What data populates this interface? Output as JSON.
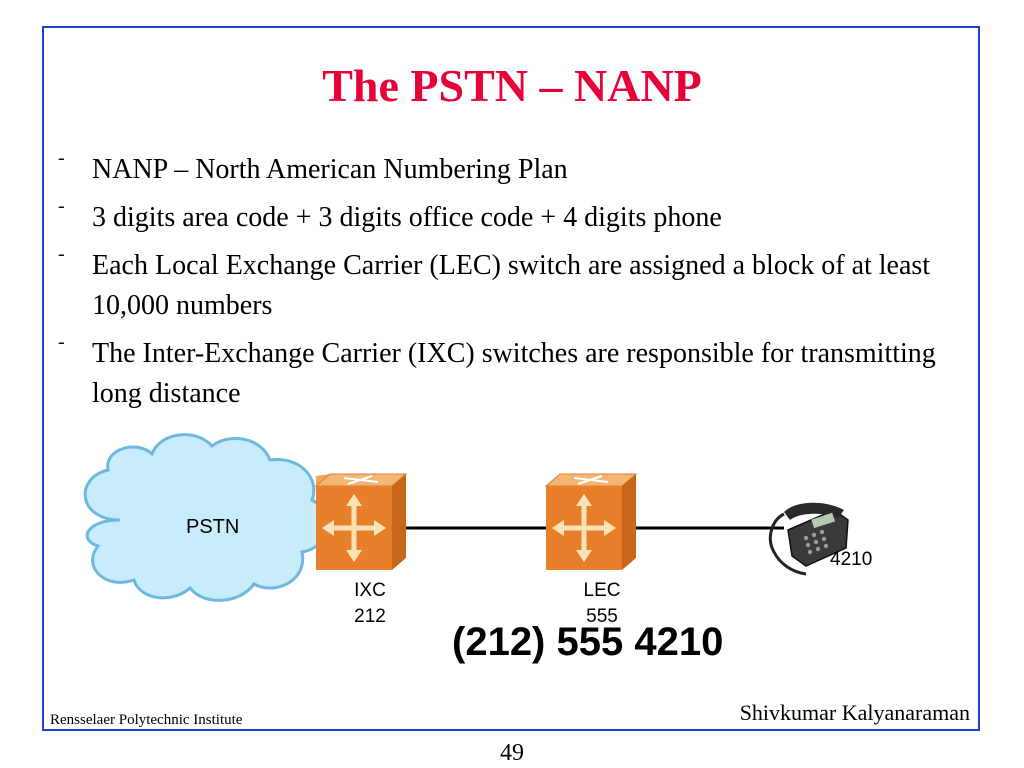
{
  "slide": {
    "title": "The PSTN – NANP",
    "bullet_marker": "-",
    "bullets": [
      "NANP – North American Numbering Plan",
      "3 digits area code + 3 digits office code + 4 digits phone",
      "Each Local Exchange Carrier (LEC) switch are assigned a block of at least 10,000 numbers",
      "The Inter-Exchange Carrier (IXC) switches are responsible for transmitting long distance"
    ]
  },
  "diagram": {
    "cloud_label": "PSTN",
    "switch_ixc": {
      "name": "IXC",
      "code": "212"
    },
    "switch_lec": {
      "name": "LEC",
      "code": "555"
    },
    "phone_extension": "4210",
    "full_number": "(212) 555 4210",
    "colors": {
      "switch_front": "#e87f2a",
      "switch_top": "#f0a85a",
      "switch_side": "#c8661a",
      "cloud_fill": "#c8ecfb",
      "cloud_stroke": "#6db8e0",
      "arrow": "#fbe3b8"
    }
  },
  "footer": {
    "institution": "Rensselaer Polytechnic Institute",
    "author": "Shivkumar Kalyanaraman",
    "page_number": "49"
  }
}
